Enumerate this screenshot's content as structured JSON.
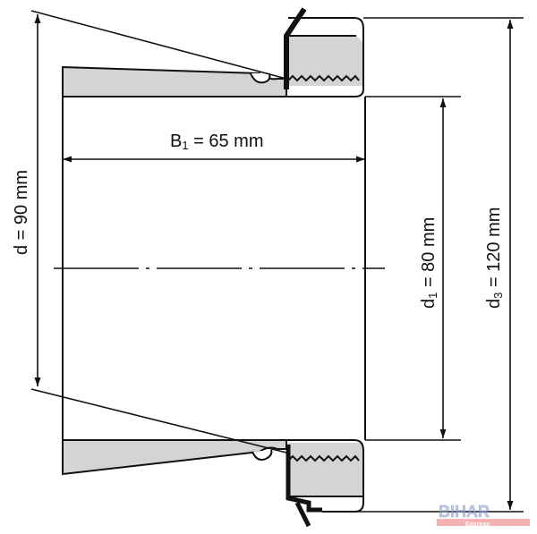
{
  "dimensions": {
    "B1": {
      "symbol": "B",
      "subscript": "1",
      "value": " = 65 mm"
    },
    "d": {
      "symbol": "d",
      "subscript": "",
      "value": " = 90 mm"
    },
    "d1": {
      "symbol": "d",
      "subscript": "1",
      "value": " = 80 mm"
    },
    "d3": {
      "symbol": "d",
      "subscript": "3",
      "value": " = 120 mm"
    }
  },
  "watermark": {
    "title": "BIHAR",
    "subtitle": "Express"
  },
  "colors": {
    "fill": "#d4d4d4",
    "line": "#111111"
  }
}
